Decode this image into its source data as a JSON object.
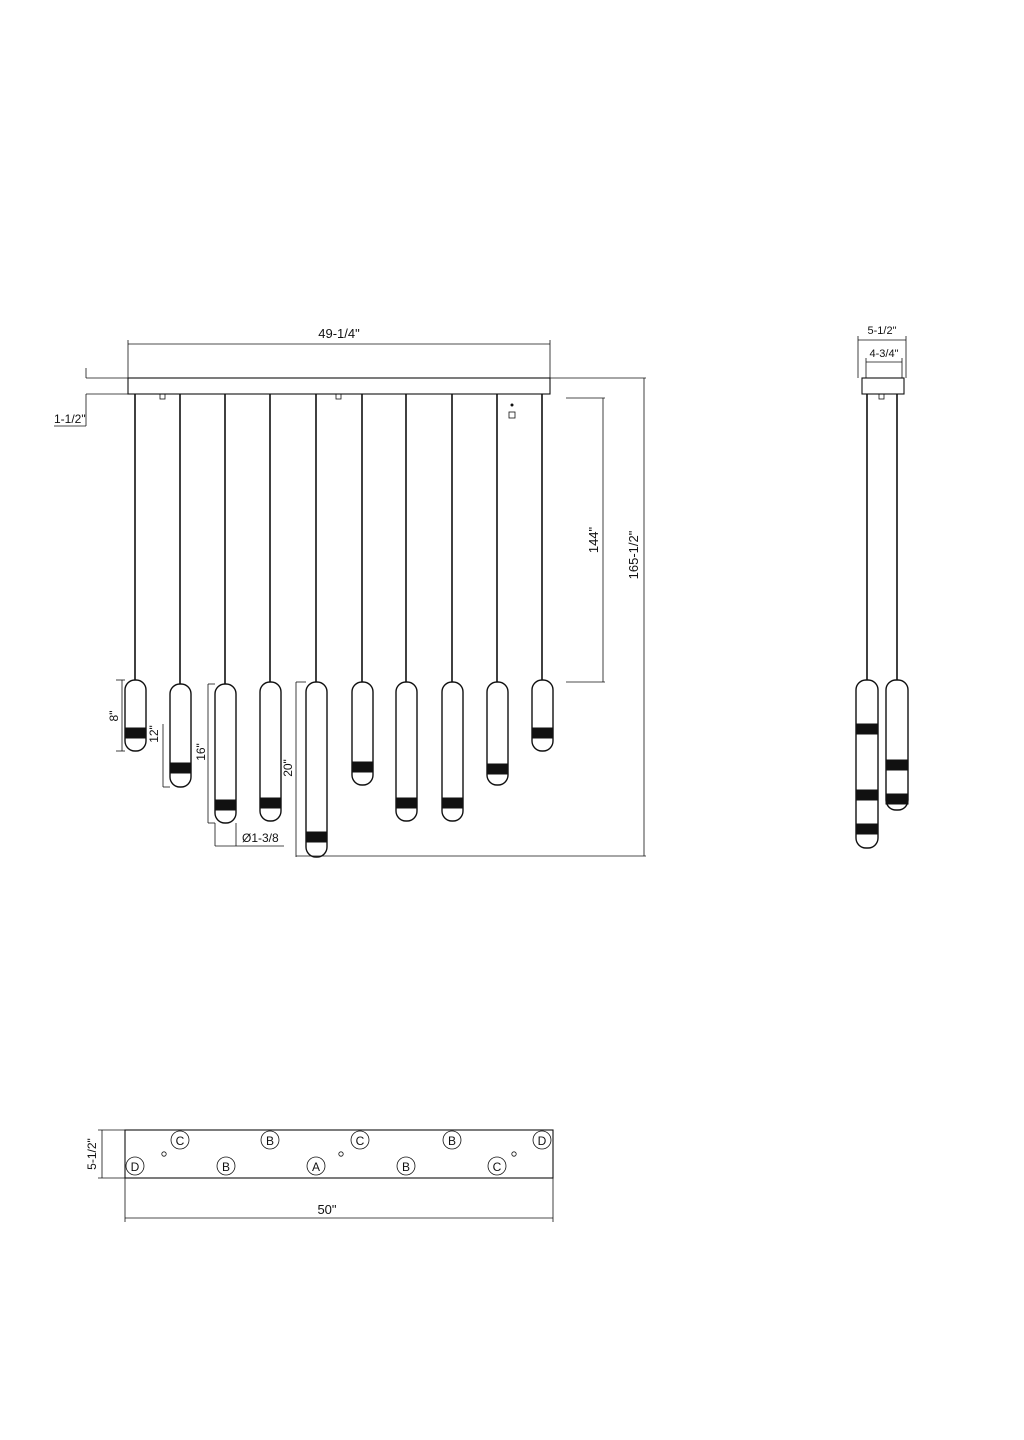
{
  "front_view": {
    "canopy_width": "49-1/4\"",
    "canopy_height": "1-1/2\"",
    "cable_length": "144\"",
    "overall_height": "165-1/2\"",
    "diameter": "Ø1-3/8",
    "shade_lengths": [
      "8\"",
      "12\"",
      "16\"",
      "20\""
    ]
  },
  "side_view": {
    "outer_width": "5-1/2\"",
    "inner_width": "4-3/4\""
  },
  "top_view": {
    "depth": "5-1/2\"",
    "length": "50\"",
    "mount_labels_top": [
      "C",
      "B",
      "C",
      "B",
      "D"
    ],
    "mount_labels_bottom": [
      "D",
      "B",
      "A",
      "B",
      "C"
    ]
  }
}
